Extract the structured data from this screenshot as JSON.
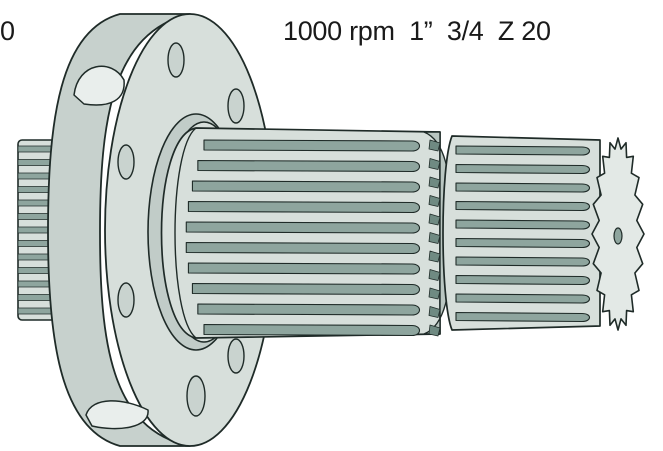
{
  "labels": {
    "left_cut": "0",
    "spec": "1000 rpm  1”  3/4  Z 20"
  },
  "colors": {
    "body": "#d7dfdb",
    "body_light": "#e3e9e6",
    "shade": "#8ea59e",
    "shade_dark": "#6f8a82",
    "outline": "#1f2b28",
    "hole": "#c9d3cf"
  },
  "illustration": {
    "subject": "pto-spline-shaft-with-flange",
    "spline_count": 20
  }
}
